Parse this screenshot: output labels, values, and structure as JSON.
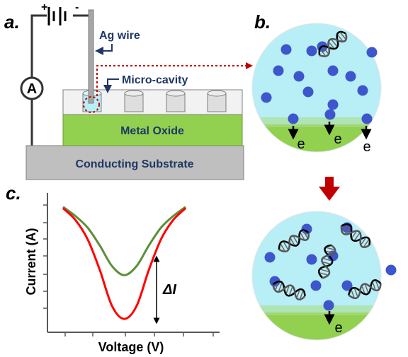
{
  "panel_labels": {
    "a": "a.",
    "b": "b.",
    "c": "c."
  },
  "setup": {
    "battery_plus": "+",
    "battery_minus": "-",
    "ammeter": "A",
    "ag_wire_label": "Ag wire",
    "cavity_label": "Micro-cavity",
    "oxide_label": "Metal Oxide",
    "substrate_label": "Conducting Substrate"
  },
  "zoom": {
    "electron_label": "e"
  },
  "chart": {
    "xlabel": "Voltage (V)",
    "ylabel": "Current (A)",
    "delta_label": "ΔI"
  },
  "colors": {
    "oxide": "#92d050",
    "substrate": "#bfbfbf",
    "solution": "#b8eef6",
    "ion": "#3d56cc",
    "navy": "#1f3864",
    "red_arrow": "#c00000",
    "curve_red": "#ff0000",
    "curve_green": "#5b8f3a"
  },
  "chart_data": {
    "type": "line",
    "title": "",
    "xlabel": "Voltage (V)",
    "ylabel": "Current (A)",
    "annotation": "ΔI",
    "series": [
      {
        "color": "#5b8f3a",
        "x": [
          0,
          1,
          2,
          3,
          4,
          5,
          6,
          7,
          8,
          9,
          10
        ],
        "y": [
          9.3,
          8.6,
          7.7,
          6.3,
          4.7,
          4.0,
          4.7,
          6.3,
          7.7,
          8.6,
          9.3
        ]
      },
      {
        "color": "#ff0000",
        "x": [
          0,
          1,
          2,
          3,
          4,
          5,
          6,
          7,
          8,
          9,
          10
        ],
        "y": [
          9.2,
          8.3,
          6.8,
          4.4,
          1.6,
          0.6,
          1.6,
          4.4,
          6.8,
          8.3,
          9.2
        ]
      }
    ],
    "ylim": [
      0,
      10
    ],
    "xlim": [
      0,
      10
    ],
    "grid": false
  }
}
